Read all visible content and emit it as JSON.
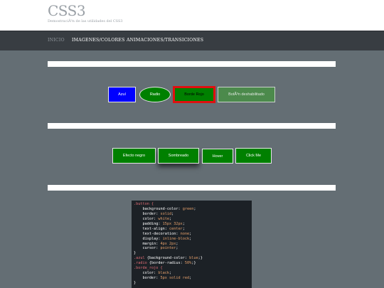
{
  "header": {
    "title": "CSS3",
    "subtitle": "DemostraciÃ³n de las utilidades del CSS3"
  },
  "nav": {
    "items": [
      {
        "label": "INICIO"
      },
      {
        "label": "IMAGENES/COLORES"
      },
      {
        "label": "ANIMACIONES/TRANSICIONES"
      }
    ]
  },
  "section1": {
    "buttons": {
      "azul": "Azul",
      "radio": "Radio",
      "borde_rojo": "Borde Rojo",
      "disabled": "BotÃ³n deshabilitado"
    }
  },
  "section2": {
    "buttons": {
      "efecto_negro": "Efecto negro",
      "sombreado": "Sombreado",
      "hover": "Hover",
      "click_me": "Click Me"
    }
  },
  "code": {
    "lines": [
      [
        [
          ".button {",
          "sel"
        ]
      ],
      [
        [
          "    background-color: ",
          "prop"
        ],
        [
          "green",
          "val"
        ],
        [
          ";",
          "punc"
        ]
      ],
      [
        [
          "    border: ",
          "prop"
        ],
        [
          "solid",
          "val"
        ],
        [
          ";",
          "punc"
        ]
      ],
      [
        [
          "    color: ",
          "prop"
        ],
        [
          "white",
          "val"
        ],
        [
          ";",
          "punc"
        ]
      ],
      [
        [
          "    padding: ",
          "prop"
        ],
        [
          "15px 32px",
          "val"
        ],
        [
          ";",
          "punc"
        ]
      ],
      [
        [
          "    text-align: ",
          "prop"
        ],
        [
          "center",
          "val"
        ],
        [
          ";",
          "punc"
        ]
      ],
      [
        [
          "    text-decoration: ",
          "prop"
        ],
        [
          "none",
          "val"
        ],
        [
          ";",
          "punc"
        ]
      ],
      [
        [
          "    display: ",
          "prop"
        ],
        [
          "inline-block",
          "val"
        ],
        [
          ";",
          "punc"
        ]
      ],
      [
        [
          "    margin: ",
          "prop"
        ],
        [
          "4px 2px",
          "val"
        ],
        [
          ";",
          "punc"
        ]
      ],
      [
        [
          "    cursor: ",
          "prop"
        ],
        [
          "pointer",
          "val"
        ],
        [
          ";",
          "punc"
        ]
      ],
      [
        [
          "}",
          "punc"
        ]
      ],
      [
        [
          ".azul ",
          "sel"
        ],
        [
          "{background-color: ",
          "prop"
        ],
        [
          "blue",
          "val"
        ],
        [
          ";}",
          "punc"
        ]
      ],
      [
        [
          ".radio ",
          "sel"
        ],
        [
          "{border-radius: ",
          "prop"
        ],
        [
          "50%",
          "val"
        ],
        [
          ";}",
          "punc"
        ]
      ],
      [
        [
          ".borde_rojo {",
          "sel"
        ]
      ],
      [
        [
          "    color: ",
          "prop"
        ],
        [
          "black",
          "val"
        ],
        [
          ";",
          "punc"
        ]
      ],
      [
        [
          "    border: ",
          "prop"
        ],
        [
          "5px solid red",
          "val"
        ],
        [
          ";",
          "punc"
        ]
      ],
      [
        [
          "}",
          "punc"
        ]
      ]
    ]
  }
}
